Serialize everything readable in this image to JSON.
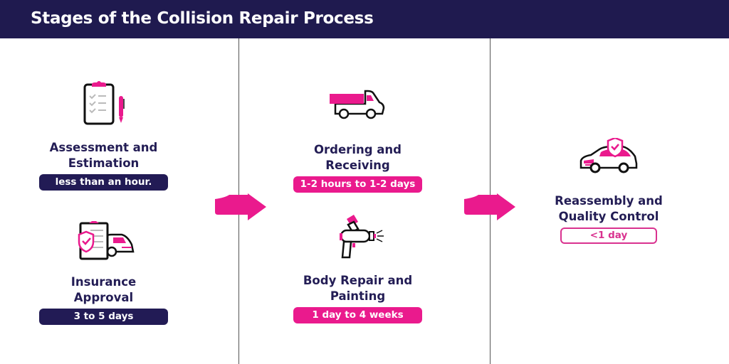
{
  "header": {
    "title": "Stages of the Collision Repair Process"
  },
  "colors": {
    "navy": "#1f1a4f",
    "pink": "#ea1a8d"
  },
  "stages": [
    {
      "icon": "clipboard-checklist-icon",
      "title_line1": "Assessment and",
      "title_line2": "Estimation",
      "duration": "less than an hour."
    },
    {
      "icon": "insurance-clipboard-car-icon",
      "title_line1": "Insurance",
      "title_line2": "Approval",
      "duration": "3 to 5 days"
    },
    {
      "icon": "delivery-truck-icon",
      "title_line1": "Ordering and",
      "title_line2": "Receiving",
      "duration": "1-2 hours to 1-2 days"
    },
    {
      "icon": "spray-paint-gun-icon",
      "title_line1": "Body Repair and",
      "title_line2": "Painting",
      "duration": "1 day to 4 weeks"
    },
    {
      "icon": "car-shield-check-icon",
      "title_line1": "Reassembly and",
      "title_line2": "Quality Control",
      "duration": "<1 day"
    }
  ]
}
